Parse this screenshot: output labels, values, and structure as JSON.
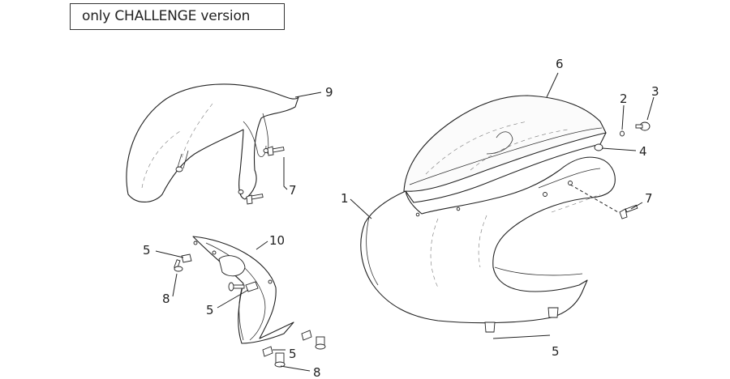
{
  "note": {
    "text": "only CHALLENGE version"
  },
  "callouts": [
    {
      "id": "c6",
      "text": "6"
    },
    {
      "id": "c2",
      "text": "2"
    },
    {
      "id": "c3",
      "text": "3"
    },
    {
      "id": "c9",
      "text": "9"
    },
    {
      "id": "c4",
      "text": "4"
    },
    {
      "id": "c7a",
      "text": "7"
    },
    {
      "id": "c1",
      "text": "1"
    },
    {
      "id": "c7b",
      "text": "7"
    },
    {
      "id": "c5a",
      "text": "5"
    },
    {
      "id": "c10",
      "text": "10"
    },
    {
      "id": "c8a",
      "text": "8"
    },
    {
      "id": "c5b",
      "text": "5"
    },
    {
      "id": "c5c",
      "text": "5"
    },
    {
      "id": "c5d",
      "text": "5"
    },
    {
      "id": "c8b",
      "text": "8"
    }
  ]
}
